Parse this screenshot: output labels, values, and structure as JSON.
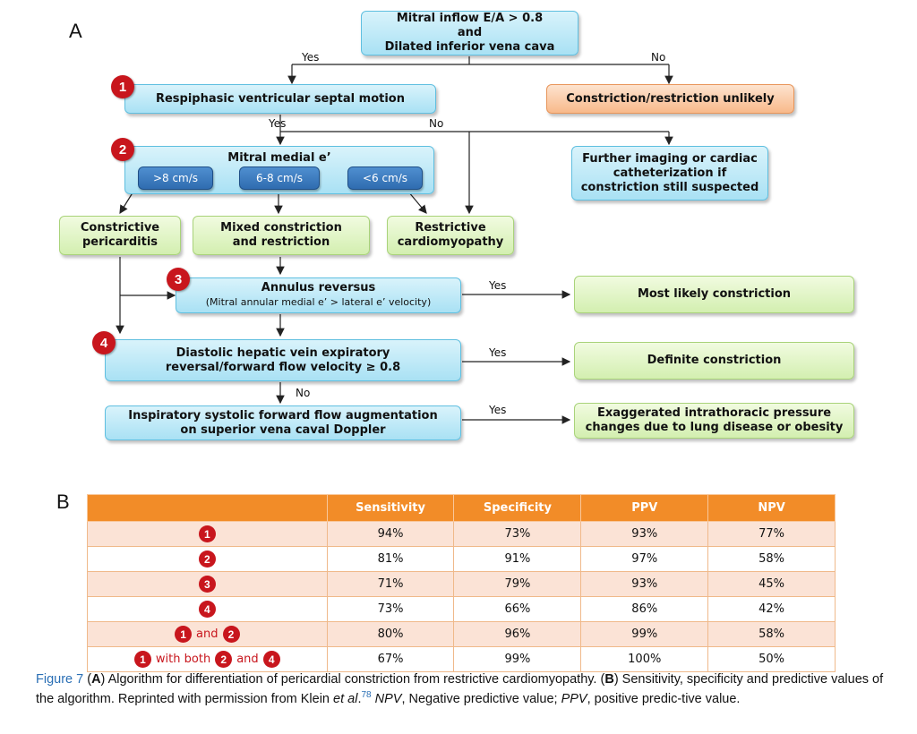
{
  "panel_a": "A",
  "panel_b": "B",
  "nodes": {
    "start": [
      "Mitral inflow E/A > 0.8",
      "and",
      "Dilated inferior vena cava"
    ],
    "step1": "Respiphasic ventricular septal motion",
    "unlikely": "Constriction/restriction unlikely",
    "step2": "Mitral medial e’",
    "further": [
      "Further imaging or cardiac",
      "catheterization if",
      "constriction still suspected"
    ],
    "pills": [
      ">8 cm/s",
      "6-8 cm/s",
      "<6 cm/s"
    ],
    "constrictive": [
      "Constrictive",
      "pericarditis"
    ],
    "mixed": [
      "Mixed constriction",
      "and restriction"
    ],
    "restrictive": [
      "Restrictive",
      "cardiomyopathy"
    ],
    "step3": "Annulus reversus",
    "step3_sub": "(Mitral annular medial e’ > lateral e’ velocity)",
    "most_likely": "Most likely constriction",
    "step4": [
      "Diastolic hepatic vein expiratory",
      "reversal/forward flow velocity  ≥ 0.8"
    ],
    "definite": "Definite constriction",
    "svc": [
      "Inspiratory systolic forward flow augmentation",
      "on superior vena caval Doppler"
    ],
    "exaggerated": [
      "Exaggerated intrathoracic pressure",
      "changes due to lung disease or obesity"
    ]
  },
  "badges": [
    "1",
    "2",
    "3",
    "4"
  ],
  "edge_labels": {
    "yes": "Yes",
    "no": "No"
  },
  "table": {
    "headers": [
      "",
      "Sensitivity",
      "Specificity",
      "PPV",
      "NPV"
    ],
    "and_word": "and",
    "with_both_word": "with both",
    "rows": [
      {
        "combo": [
          "1"
        ],
        "values": [
          "94%",
          "73%",
          "93%",
          "77%"
        ]
      },
      {
        "combo": [
          "2"
        ],
        "values": [
          "81%",
          "91%",
          "97%",
          "58%"
        ]
      },
      {
        "combo": [
          "3"
        ],
        "values": [
          "71%",
          "79%",
          "93%",
          "45%"
        ]
      },
      {
        "combo": [
          "4"
        ],
        "values": [
          "73%",
          "66%",
          "86%",
          "42%"
        ]
      },
      {
        "combo": [
          "1",
          "and",
          "2"
        ],
        "values": [
          "80%",
          "96%",
          "99%",
          "58%"
        ]
      },
      {
        "combo": [
          "1",
          "with both",
          "2",
          "and",
          "4"
        ],
        "values": [
          "67%",
          "99%",
          "100%",
          "50%"
        ]
      }
    ]
  },
  "caption": {
    "fig_label": "Figure 7",
    "text_parts": [
      " (",
      "A",
      ") Algorithm for differentiation of pericardial constriction from restrictive cardiomyopathy. (",
      "B",
      ") Sensitivity, specificity and predictive values of the algorithm. Reprinted with permission from Klein ",
      "et al",
      ".",
      "78",
      " ",
      "NPV",
      ", Negative predictive value; ",
      "PPV",
      ", positive predic-tive value."
    ]
  },
  "colors": {
    "blue_box": "#a9e1f4",
    "green_box": "#d3efb0",
    "orange_box": "#f8b98a",
    "badge": "#c8161d",
    "table_header": "#f28c28",
    "caption_blue": "#2a6fb5"
  }
}
